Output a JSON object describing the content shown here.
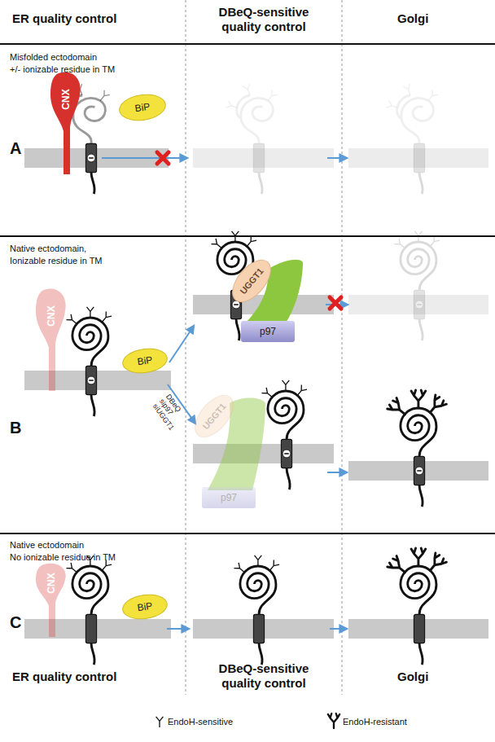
{
  "diagram": {
    "nodes": [
      {
        "text": [
          "CNX"
        ]
      },
      {
        "text": [
          "BiP"
        ]
      },
      {
        "text": [
          "CNX"
        ]
      },
      {
        "text": [
          "BiP"
        ]
      },
      {
        "text": [
          "UGGT1"
        ]
      },
      {
        "text": [
          "p97"
        ]
      },
      {
        "text": [
          "UGGT1"
        ]
      },
      {
        "text": [
          "p97"
        ]
      },
      {
        "text": [
          "CNX"
        ]
      },
      {
        "text": [
          "BiP"
        ]
      }
    ],
    "labels": [
      "ER quality control",
      "DBeQ-sensitive quality control",
      "Golgi",
      "Misfolded ectodomain",
      "+/- ionizable residue in TM",
      "A",
      "Native ectodomain,",
      "Ionizable residue in TM",
      "B",
      "DBeQ",
      "sip97",
      "siUGGT1",
      "Native ectodomain",
      "No ionizable residue in TM",
      "C",
      "ER quality control",
      "DBeQ-sensitive quality control",
      "Golgi"
    ],
    "legend": [
      {
        "text": "EndoH-sensitive"
      },
      {
        "text": "EndoH-resistant"
      }
    ]
  }
}
